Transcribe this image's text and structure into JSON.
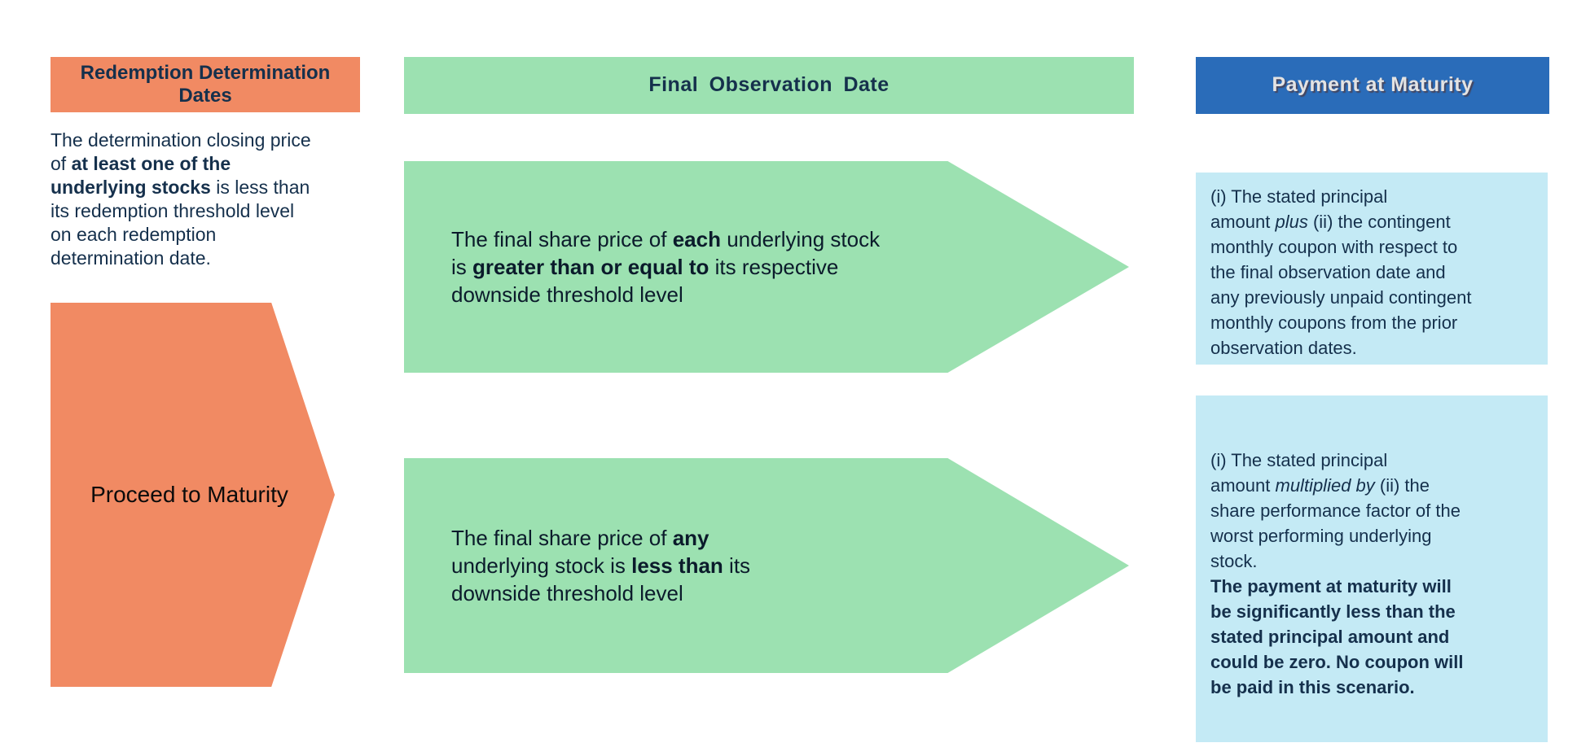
{
  "diagram": {
    "background": "#FFFFFF",
    "colors": {
      "orange_shape": "#F18A63",
      "green_shape": "#9CE1B1",
      "blue_header": "#2A6CB9",
      "light_blue_box": "#C4EAF5",
      "navy_text": "#15304C",
      "black_text": "#0B0B0B",
      "blue_header_text": "#E3E3E3"
    },
    "redemption_column": {
      "header": "Redemption Determination Dates",
      "description_lines": [
        [
          "The determination closing price"
        ],
        [
          "of ",
          {
            "t": "at least one of the",
            "b": true
          }
        ],
        [
          {
            "t": "underlying stocks",
            "b": true
          },
          " is less than"
        ],
        [
          "its redemption threshold level"
        ],
        [
          "on each redemption"
        ],
        [
          "determination date."
        ]
      ],
      "proceed_arrow_label": "Proceed to Maturity"
    },
    "final_observation_column": {
      "header": "Final Observation Date",
      "scenario_up_lines": [
        [
          "The final share price of ",
          {
            "t": "each",
            "b": true
          },
          " underlying stock"
        ],
        [
          "is ",
          {
            "t": "greater than or equal to",
            "b": true
          },
          " its respective"
        ],
        [
          "downside threshold level"
        ]
      ],
      "scenario_down_lines": [
        [
          "The final share price of ",
          {
            "t": "any",
            "b": true
          }
        ],
        [
          "underlying stock is ",
          {
            "t": "less than",
            "b": true
          },
          " its"
        ],
        [
          "downside threshold level"
        ]
      ]
    },
    "payment_column": {
      "header": "Payment at Maturity",
      "outcome_up_lines": [
        [
          "(i) The stated principal"
        ],
        [
          "amount ",
          {
            "t": "plus",
            "i": true
          },
          " (ii) the contingent"
        ],
        [
          "monthly coupon with respect to"
        ],
        [
          "the final observation date and"
        ],
        [
          "any previously unpaid contingent"
        ],
        [
          "monthly coupons from the prior"
        ],
        [
          "observation dates."
        ]
      ],
      "outcome_down_lines": [
        [
          "(i) The stated principal"
        ],
        [
          "amount ",
          {
            "t": "multiplied by",
            "i": true
          },
          " (ii) the"
        ],
        [
          "share performance factor of the"
        ],
        [
          "worst performing underlying"
        ],
        [
          "stock."
        ],
        [
          {
            "t": "The payment at maturity will",
            "b": true
          }
        ],
        [
          {
            "t": "be significantly less than the",
            "b": true
          }
        ],
        [
          {
            "t": "stated principal amount and",
            "b": true
          }
        ],
        [
          {
            "t": "could be zero.  No coupon will",
            "b": true
          }
        ],
        [
          {
            "t": "be paid in this scenario.",
            "b": true
          }
        ]
      ]
    }
  }
}
